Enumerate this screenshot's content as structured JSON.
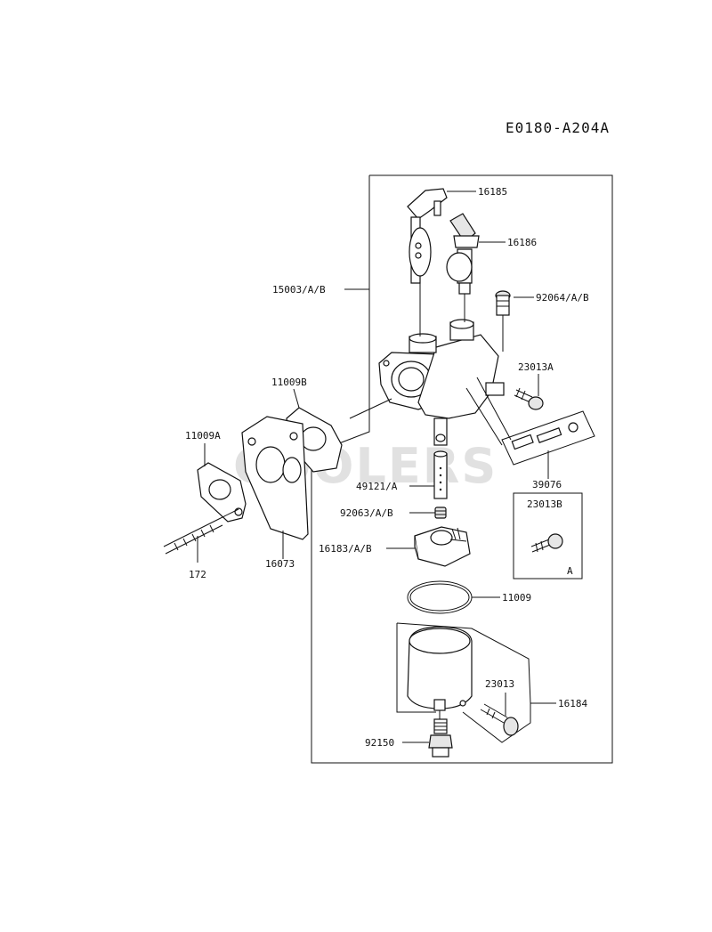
{
  "diagram_code": "E0180-A204A",
  "watermark": "COOLERS",
  "parts": {
    "p16185": "16185",
    "p16186": "16186",
    "p15003": "15003/A/B",
    "p92064": "92064/A/B",
    "p23013A": "23013A",
    "p11009B": "11009B",
    "p11009A": "11009A",
    "p39076": "39076",
    "p49121": "49121/A",
    "p92063": "92063/A/B",
    "p23013B": "23013B",
    "pA": "A",
    "p16183": "16183/A/B",
    "p172": "172",
    "p16073": "16073",
    "p11009": "11009",
    "p23013": "23013",
    "p16184": "16184",
    "p92150": "92150"
  }
}
